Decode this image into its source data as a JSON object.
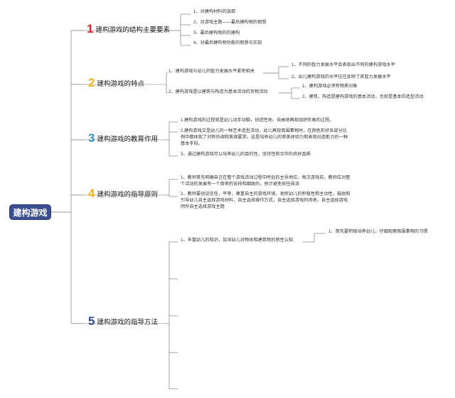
{
  "root": {
    "label": "建构游戏"
  },
  "colors": {
    "line": "#9a9a9a",
    "topic_underline": "#b8b8b8",
    "num1": "#d9232e",
    "num2": "#f2b21b",
    "num3": "#2f8fc9",
    "num4": "#f2b21b",
    "num5": "#2d4a8a"
  },
  "topics": [
    {
      "num": "1",
      "label": "建构游戏的结构主要要素",
      "children": [
        {
          "text": "1、对建构材料的选取"
        },
        {
          "text": "2、对游戏主题——最后建构物的假想"
        },
        {
          "text": "3、最后建构物的的建构"
        },
        {
          "text": "4、对最后建构物功能的假想与实现"
        }
      ]
    },
    {
      "num": "2",
      "label": "建构游戏的特点",
      "children": [
        {
          "text": "1、建构游戏与幼儿的智力发展水平紧密相关",
          "children": [
            {
              "text": "1、不同的智力发展水平会表现出不同的建构游戏水平"
            },
            {
              "text": "2、幼儿建构游戏的水平往往反映了其智力发展水平"
            }
          ]
        },
        {
          "text": "2、建构游戏是以建筑与构造为基本活动的及物活动",
          "children": [
            {
              "text": "1、建构游戏必须有物质对象"
            },
            {
              "text": "2、建筑、构造是建构游戏的基本活动，也就是基本的造型活动"
            }
          ]
        }
      ]
    },
    {
      "num": "3",
      "label": "建构游戏的教育作用",
      "children": [
        {
          "text": "1.建构游戏的过程就是幼儿动手动脑，创造性地、自由地再现组织形象的过程。"
        },
        {
          "text": "2.建构游戏又是幼儿的一种艺术造型活动，幼儿再现周围事物时，在颜色形状各部分比例中都体现了对称协调和美观要求，这是培养幼儿的审美体验力和表现创造能力的一种基本手段。"
        },
        {
          "text": "3、通过建构游戏可以培养幼儿的目的性，坚持性和合作的良好品质"
        }
      ]
    },
    {
      "num": "4",
      "label": "建构游戏的指导原则",
      "children": [
        {
          "text": "1、教师首先明确自己在整个游戏活动过程中所处的主导地位，每次游戏前，教师应对整个活动的发展有一个周密的安排和细致的，预计避免放任自流"
        },
        {
          "text": "2、教师要创设信任，平等，尊重自主的游戏环境，发挥幼儿的积极性和主动性，鼓励和引导幼儿自主选择游戏材料，自主选择操作方式，自主选择游戏的场地，自主选择游戏同伴自主选择游戏主题"
        }
      ]
    },
    {
      "num": "5",
      "label": "建构游戏的指导方法",
      "children": [
        {
          "text": "1、丰富幼儿的知识，加深幼儿对物体和建筑物的感性认知",
          "children": [
            {
              "text": "1、首先要积极培养幼儿，仔细观察周围事物的习惯"
            }
          ]
        }
      ]
    }
  ]
}
